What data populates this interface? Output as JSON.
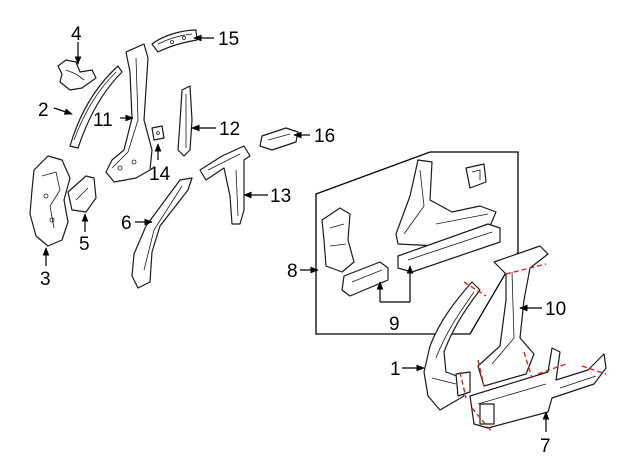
{
  "colors": {
    "line": "#1a1a1a",
    "cut_line": "#e0201c",
    "background": "#ffffff"
  },
  "callouts": {
    "c1": "1",
    "c2": "2",
    "c3": "3",
    "c4": "4",
    "c5": "5",
    "c6": "6",
    "c7": "7",
    "c8": "8",
    "c9": "9",
    "c10": "10",
    "c11": "11",
    "c12": "12",
    "c13": "13",
    "c14": "14",
    "c15": "15",
    "c16": "16"
  }
}
